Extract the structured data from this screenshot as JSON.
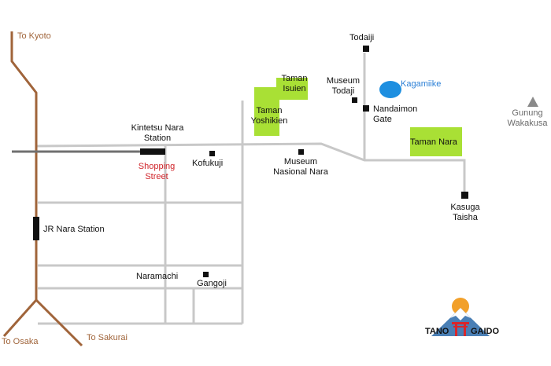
{
  "labels": {
    "to_kyoto": "To Kyoto",
    "to_osaka": "To Osaka",
    "to_sakurai": "To Sakurai",
    "kintetsu": "Kintetsu Nara\nStation",
    "jr_nara": "JR Nara Station",
    "shopping": "Shopping\nStreet",
    "kofukuji": "Kofukuji",
    "naramachi": "Naramachi",
    "gangoji": "Gangoji",
    "museum_nasional": "Museum\nNasional Nara",
    "taman_isuien": "Taman\nIsuien",
    "taman_yoshikien": "Taman\nYoshikien",
    "museum_todaji": "Museum\nTodaji",
    "todaiji": "Todaiji",
    "kagamiike": "Kagamiike",
    "nandaimon": "Nandaimon\nGate",
    "taman_nara": "Taman Nara",
    "kasuga": "Kasuga\nTaisha",
    "gunung": "Gunung\nWakakusa"
  },
  "logo": {
    "left": "TANO",
    "right": "GAIDO"
  },
  "colors": {
    "road": "#c8c8c8",
    "rail_jr": "#a0643a",
    "rail_kintetsu": "#707070",
    "park": "#a9e035",
    "pond": "#1e8fe0",
    "label_red": "#d0242a",
    "label_blue": "#2a7fd6",
    "label_brown": "#a0643a"
  }
}
